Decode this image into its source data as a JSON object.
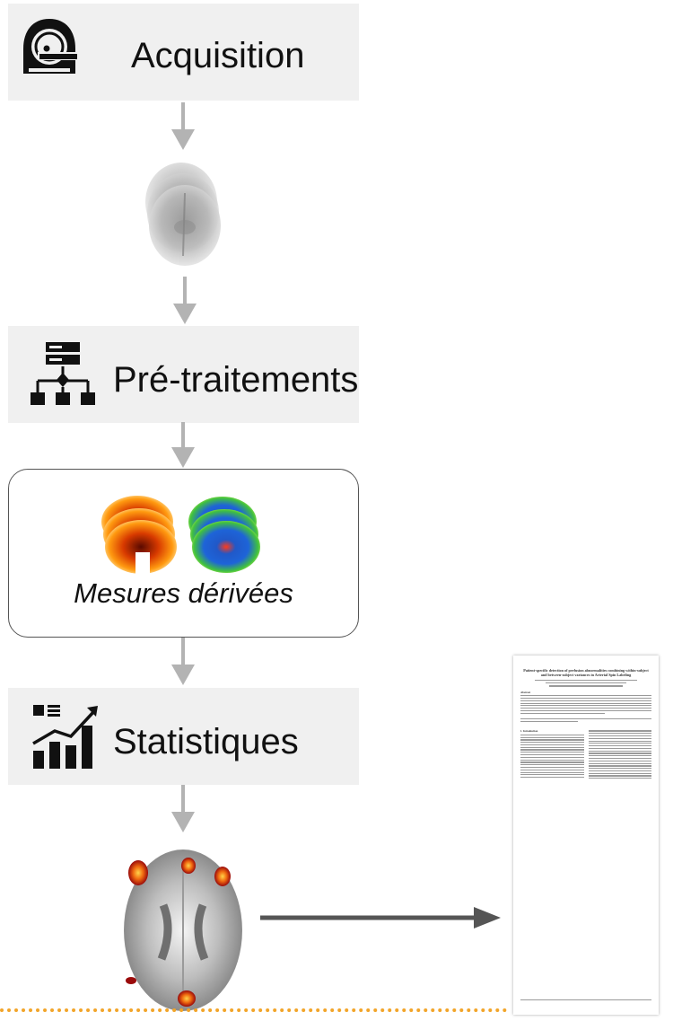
{
  "steps": {
    "acquisition": "Acquisition",
    "preprocessing": "Pré-traitements",
    "derived": "Mesures dérivées",
    "statistics": "Statistiques"
  },
  "paper": {
    "title": "Patient-specific detection of perfusion abnormalities combining within-subject and between-subject variances in Arterial Spin Labeling",
    "abstract_heading": "Abstract",
    "introduction_heading": "1. Introduction"
  },
  "colors": {
    "step_background": "#f0f0f0",
    "arrow": "#b3b3b3",
    "arrow_to_paper": "#555555",
    "dotted_separator": "#f2a52a"
  }
}
